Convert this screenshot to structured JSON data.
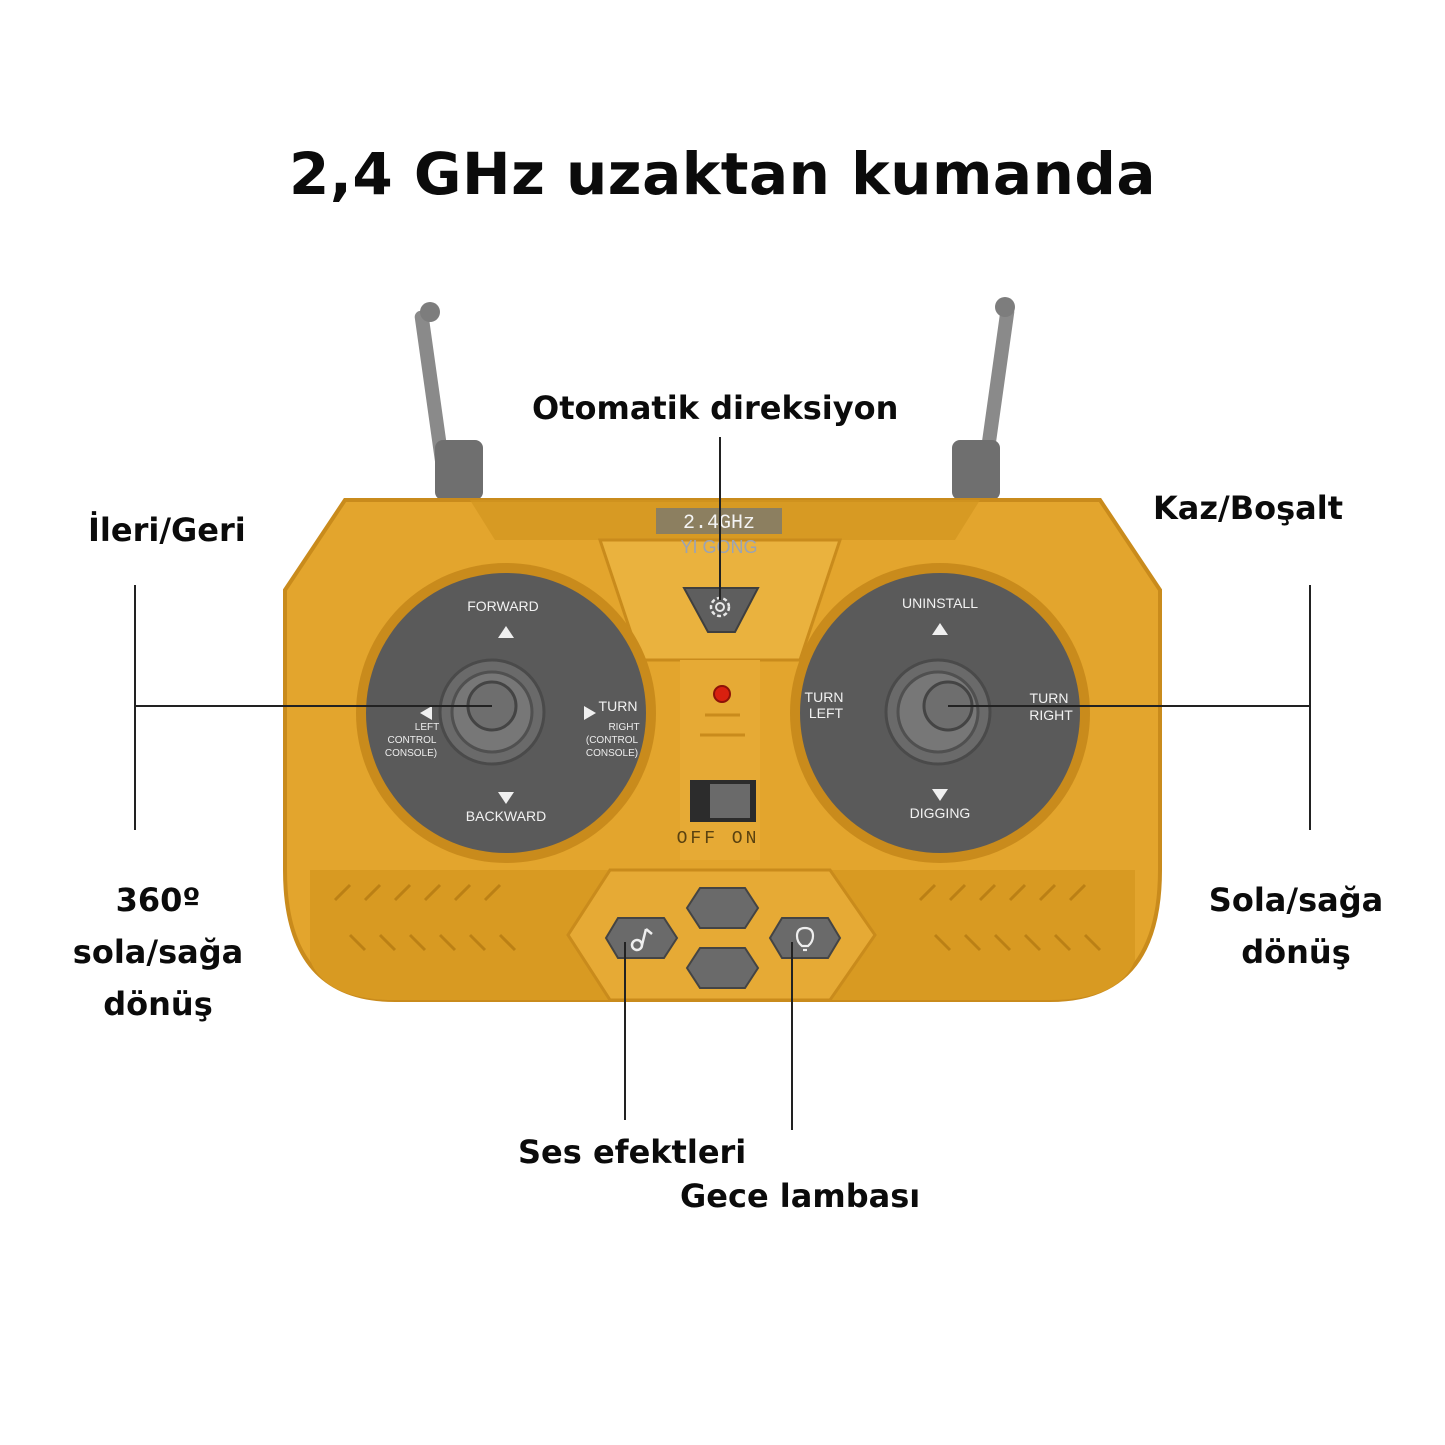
{
  "title": "2,4 GHz uzaktan kumanda",
  "callouts": {
    "auto_steer": "Otomatik direksiyon",
    "forward_back": "İleri/Geri",
    "dig_dump": "Kaz/Boşalt",
    "rotate_360": [
      "360º",
      "sola/sağa",
      "dönüş"
    ],
    "rotate_lr": [
      "Sola/sağa",
      "dönüş"
    ],
    "sound_fx": "Ses efektleri",
    "night_lamp": "Gece lambası"
  },
  "remote": {
    "brand_freq": "2.4GHz",
    "brand_name": "YI GONG",
    "left_stick": {
      "up": "FORWARD",
      "down": "BACKWARD",
      "left": [
        "LEFT",
        "CONTROL",
        "CONSOLE)"
      ],
      "right": [
        "TURN",
        "RIGHT",
        "(CONTROL",
        "CONSOLE)"
      ]
    },
    "right_stick": {
      "up": "UNINSTALL",
      "down": "DIGGING",
      "left": [
        "TURN",
        "LEFT"
      ],
      "right": [
        "TURN",
        "RIGHT"
      ]
    },
    "power_switch": "OFF  ON"
  },
  "colors": {
    "body": "#e3a52d",
    "body_dark": "#c98b1c",
    "dial": "#5a5a5a",
    "stick": "#6e6e6e",
    "led": "#d8200f",
    "line": "#222222"
  },
  "icons": [
    "gear-icon",
    "music-note-icon",
    "bulb-icon"
  ]
}
